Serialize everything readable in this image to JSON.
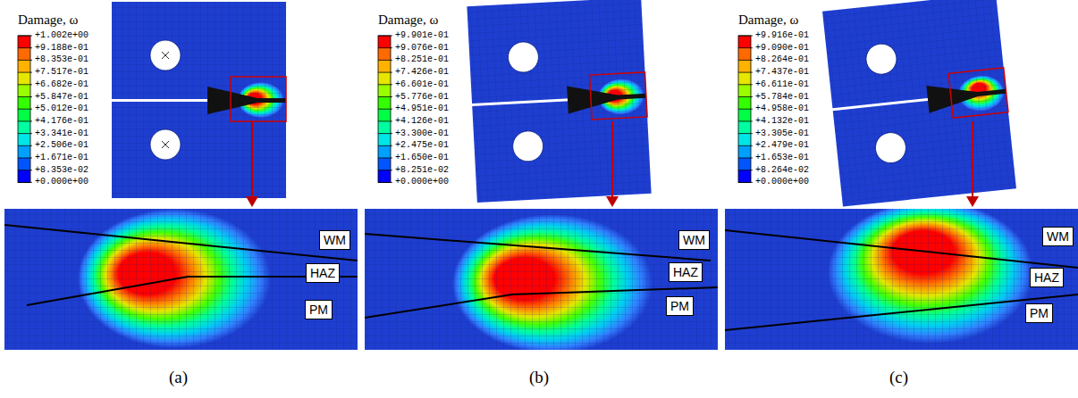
{
  "diagram": {
    "nodes": [
      {
        "text": [
          "WM"
        ]
      },
      {
        "text": [
          "HAZ"
        ]
      },
      {
        "text": [
          "PM"
        ]
      },
      {
        "text": [
          "WM"
        ]
      },
      {
        "text": [
          "HAZ"
        ]
      },
      {
        "text": [
          "PM"
        ]
      },
      {
        "text": [
          "WM"
        ]
      },
      {
        "text": [
          "HAZ"
        ]
      },
      {
        "text": [
          "PM"
        ]
      }
    ],
    "labels": [
      "Damage, ω",
      "+1.002e+00",
      "+9.188e-01",
      "+8.353e-01",
      "+7.517e-01",
      "+6.682e-01",
      "+5.847e-01",
      "+5.012e-01",
      "+4.176e-01",
      "+3.341e-01",
      "+2.506e-01",
      "+1.671e-01",
      "+8.353e-02",
      "+0.000e+00",
      "Damage, ω",
      "+9.901e-01",
      "+9.076e-01",
      "+8.251e-01",
      "+7.426e-01",
      "+6.601e-01",
      "+5.776e-01",
      "+4.951e-01",
      "+4.126e-01",
      "+3.300e-01",
      "+2.475e-01",
      "+1.650e-01",
      "+8.251e-02",
      "+0.000e+00",
      "Damage, ω",
      "+9.916e-01",
      "+9.090e-01",
      "+8.264e-01",
      "+7.437e-01",
      "+6.611e-01",
      "+5.784e-01",
      "+4.958e-01",
      "+4.132e-01",
      "+3.305e-01",
      "+2.479e-01",
      "+1.653e-01",
      "+8.264e-02",
      "+0.000e+00",
      "(a)",
      "(b)",
      "(c)"
    ]
  }
}
